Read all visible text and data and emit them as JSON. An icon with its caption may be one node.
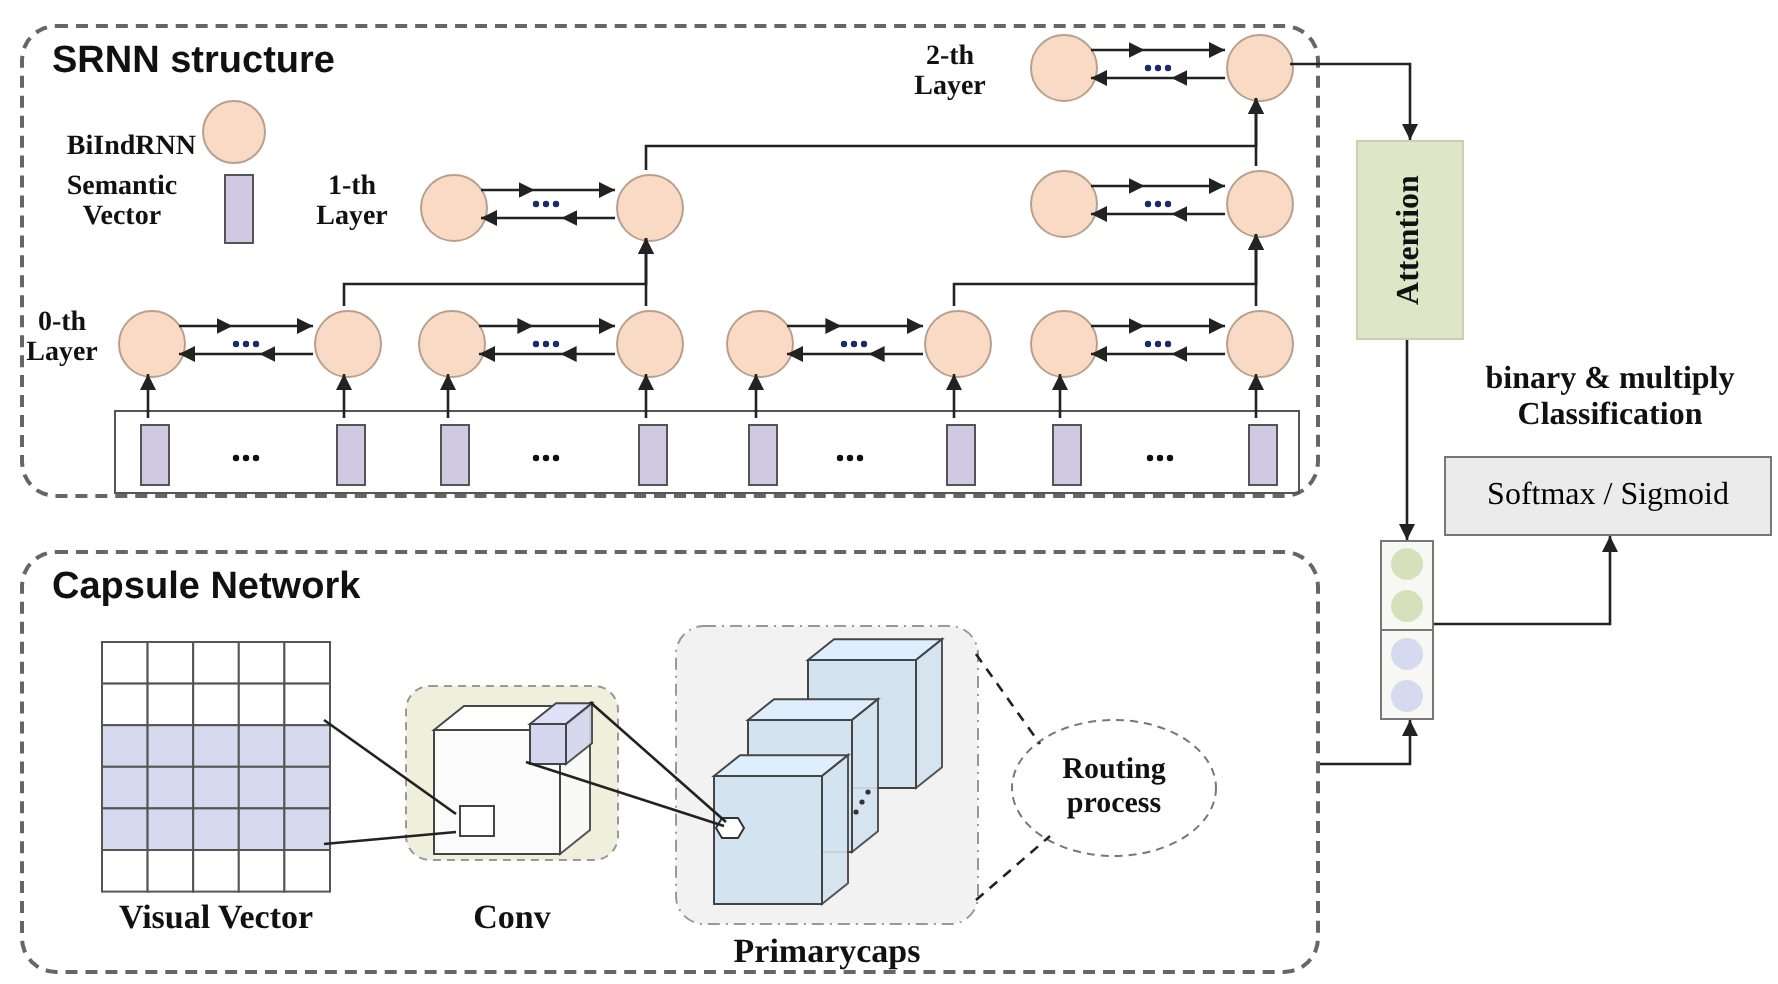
{
  "diagram": {
    "nodes": [
      {
        "text": [
          "SRNN structure"
        ]
      },
      {
        "text": [],
        "shape": "circle",
        "in": 0
      },
      {
        "text": [],
        "shape": "circle",
        "in": 0
      },
      {
        "text": [],
        "shape": "circle",
        "in": 0
      },
      {
        "text": [],
        "shape": "circle",
        "in": 0
      },
      {
        "text": [],
        "shape": "circle",
        "in": 0
      },
      {
        "text": [],
        "shape": "circle",
        "in": 0
      },
      {
        "text": [],
        "shape": "circle",
        "in": 0
      },
      {
        "text": [],
        "shape": "circle",
        "in": 0
      },
      {
        "text": [],
        "shape": "circle",
        "in": 0
      },
      {
        "text": [],
        "shape": "circle",
        "in": 0
      },
      {
        "text": [],
        "shape": "circle",
        "in": 0
      },
      {
        "text": [],
        "shape": "circle",
        "in": 0
      },
      {
        "text": [],
        "shape": "circle",
        "in": 0
      },
      {
        "text": [],
        "shape": "circle",
        "in": 0
      },
      {
        "text": [],
        "shape": "box",
        "in": 0
      },
      {
        "text": [],
        "shape": "bar",
        "in": 15
      },
      {
        "text": [],
        "shape": "bar",
        "in": 15
      },
      {
        "text": [],
        "shape": "bar",
        "in": 15
      },
      {
        "text": [],
        "shape": "bar",
        "in": 15
      },
      {
        "text": [],
        "shape": "bar",
        "in": 15
      },
      {
        "text": [],
        "shape": "bar",
        "in": 15
      },
      {
        "text": [],
        "shape": "bar",
        "in": 15
      },
      {
        "text": [],
        "shape": "bar",
        "in": 15
      },
      {
        "text": [
          "Attention"
        ]
      },
      {
        "text": [],
        "shape": "box"
      },
      {
        "text": [
          "Softmax / Sigmoid"
        ],
        "beside": [
          "binary & multiply Classification"
        ]
      },
      {
        "text": [
          "Capsule Network"
        ]
      },
      {
        "text": [
          "Visual Vector"
        ],
        "in": 27
      },
      {
        "text": [
          "Conv"
        ],
        "in": 27
      },
      {
        "text": [
          "Primarycaps"
        ],
        "in": 27
      },
      {
        "text": [
          "Routing process"
        ],
        "in": 27
      }
    ],
    "edges": [
      {
        "from": 1,
        "to": 2,
        "arrow": "to"
      },
      {
        "from": 2,
        "to": 1,
        "arrow": "to"
      },
      {
        "from": 3,
        "to": 4,
        "arrow": "to"
      },
      {
        "from": 4,
        "to": 3,
        "arrow": "to"
      },
      {
        "from": 5,
        "to": 6,
        "arrow": "to"
      },
      {
        "from": 6,
        "to": 5,
        "arrow": "to"
      },
      {
        "from": 7,
        "to": 8,
        "arrow": "to"
      },
      {
        "from": 8,
        "to": 7,
        "arrow": "to"
      },
      {
        "from": 9,
        "to": 10,
        "arrow": "to"
      },
      {
        "from": 10,
        "to": 9,
        "arrow": "to"
      },
      {
        "from": 11,
        "to": 12,
        "arrow": "to"
      },
      {
        "from": 12,
        "to": 11,
        "arrow": "to"
      },
      {
        "from": 13,
        "to": 14,
        "arrow": "to"
      },
      {
        "from": 14,
        "to": 13,
        "arrow": "to"
      },
      {
        "from": 16,
        "to": 7,
        "arrow": "to"
      },
      {
        "from": 17,
        "to": 8,
        "arrow": "to"
      },
      {
        "from": 18,
        "to": 9,
        "arrow": "to"
      },
      {
        "from": 19,
        "to": 10,
        "arrow": "to"
      },
      {
        "from": 20,
        "to": 11,
        "arrow": "to"
      },
      {
        "from": 21,
        "to": 12,
        "arrow": "to"
      },
      {
        "from": 22,
        "to": 13,
        "arrow": "to"
      },
      {
        "from": 23,
        "to": 14,
        "arrow": "to"
      },
      {
        "from": 8,
        "to": 4,
        "arrow": "to"
      },
      {
        "from": 10,
        "to": 4,
        "arrow": "to"
      },
      {
        "from": 12,
        "to": 6,
        "arrow": "to"
      },
      {
        "from": 14,
        "to": 6,
        "arrow": "to"
      },
      {
        "from": 4,
        "to": 2,
        "arrow": "to"
      },
      {
        "from": 6,
        "to": 2,
        "arrow": "to"
      },
      {
        "from": 2,
        "to": 24,
        "arrow": "to"
      },
      {
        "from": 24,
        "to": 25,
        "arrow": "to"
      },
      {
        "from": 25,
        "to": 26,
        "arrow": "to"
      },
      {
        "from": 27,
        "to": 25,
        "arrow": "to"
      },
      {
        "from": 28,
        "to": 29,
        "arrow": "none"
      },
      {
        "from": 28,
        "to": 29,
        "arrow": "none"
      },
      {
        "from": 29,
        "to": 30,
        "arrow": "none"
      },
      {
        "from": 29,
        "to": 30,
        "arrow": "none"
      },
      {
        "from": 30,
        "to": 31,
        "arrow": "none",
        "style": "dashed"
      },
      {
        "from": 30,
        "to": 31,
        "arrow": "none",
        "style": "dashed"
      }
    ],
    "labels": [
      "2-th Layer",
      "1-th Layer",
      "0-th Layer"
    ],
    "legend": [
      {
        "text": "BiIndRNN",
        "color": "#f9dac4"
      },
      {
        "text": "Semantic Vector",
        "color": "#cfc9e2"
      }
    ]
  }
}
